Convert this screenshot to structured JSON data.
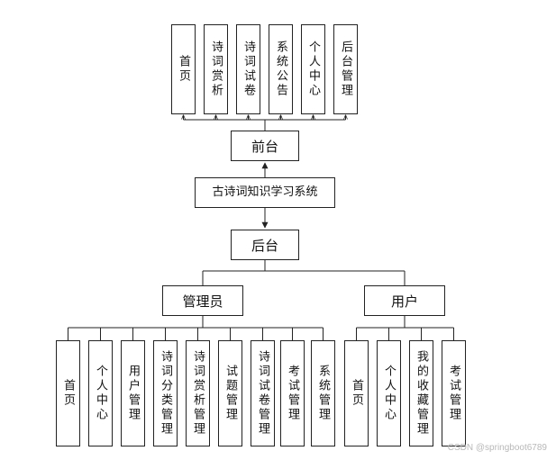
{
  "diagram": {
    "front": {
      "label": "前台",
      "modules": [
        "首页",
        "诗词赏析",
        "诗词试卷",
        "系统公告",
        "个人中心",
        "后台管理"
      ]
    },
    "system": {
      "label": "古诗词知识学习系统"
    },
    "back": {
      "label": "后台",
      "admin": {
        "label": "管理员",
        "modules": [
          "首页",
          "个人中心",
          "用户管理",
          "诗词分类管理",
          "诗词赏析管理",
          "试题管理",
          "诗词试卷管理",
          "考试管理",
          "系统管理"
        ]
      },
      "user": {
        "label": "用户",
        "modules": [
          "首页",
          "个人中心",
          "我的收藏管理",
          "考试管理"
        ]
      }
    }
  },
  "watermark": "CSDN @springboot6789"
}
